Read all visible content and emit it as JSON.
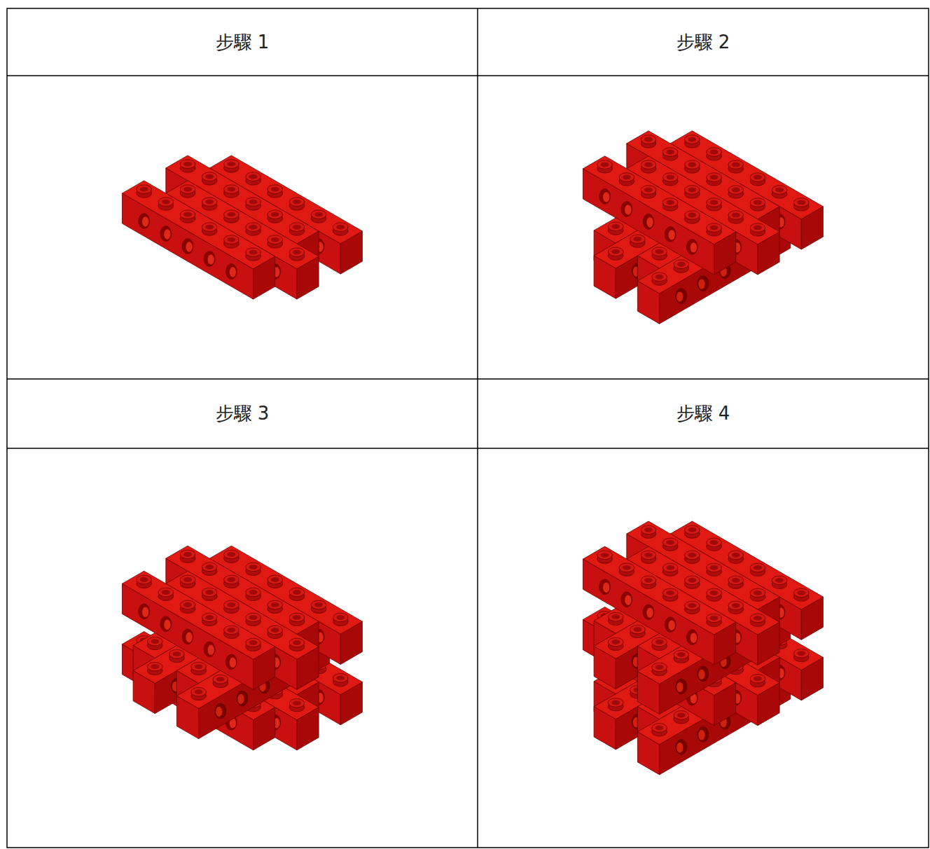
{
  "diagram": {
    "labels": [
      "步驟 1",
      "步驟 2",
      "步驟 3",
      "步驟 4"
    ]
  }
}
